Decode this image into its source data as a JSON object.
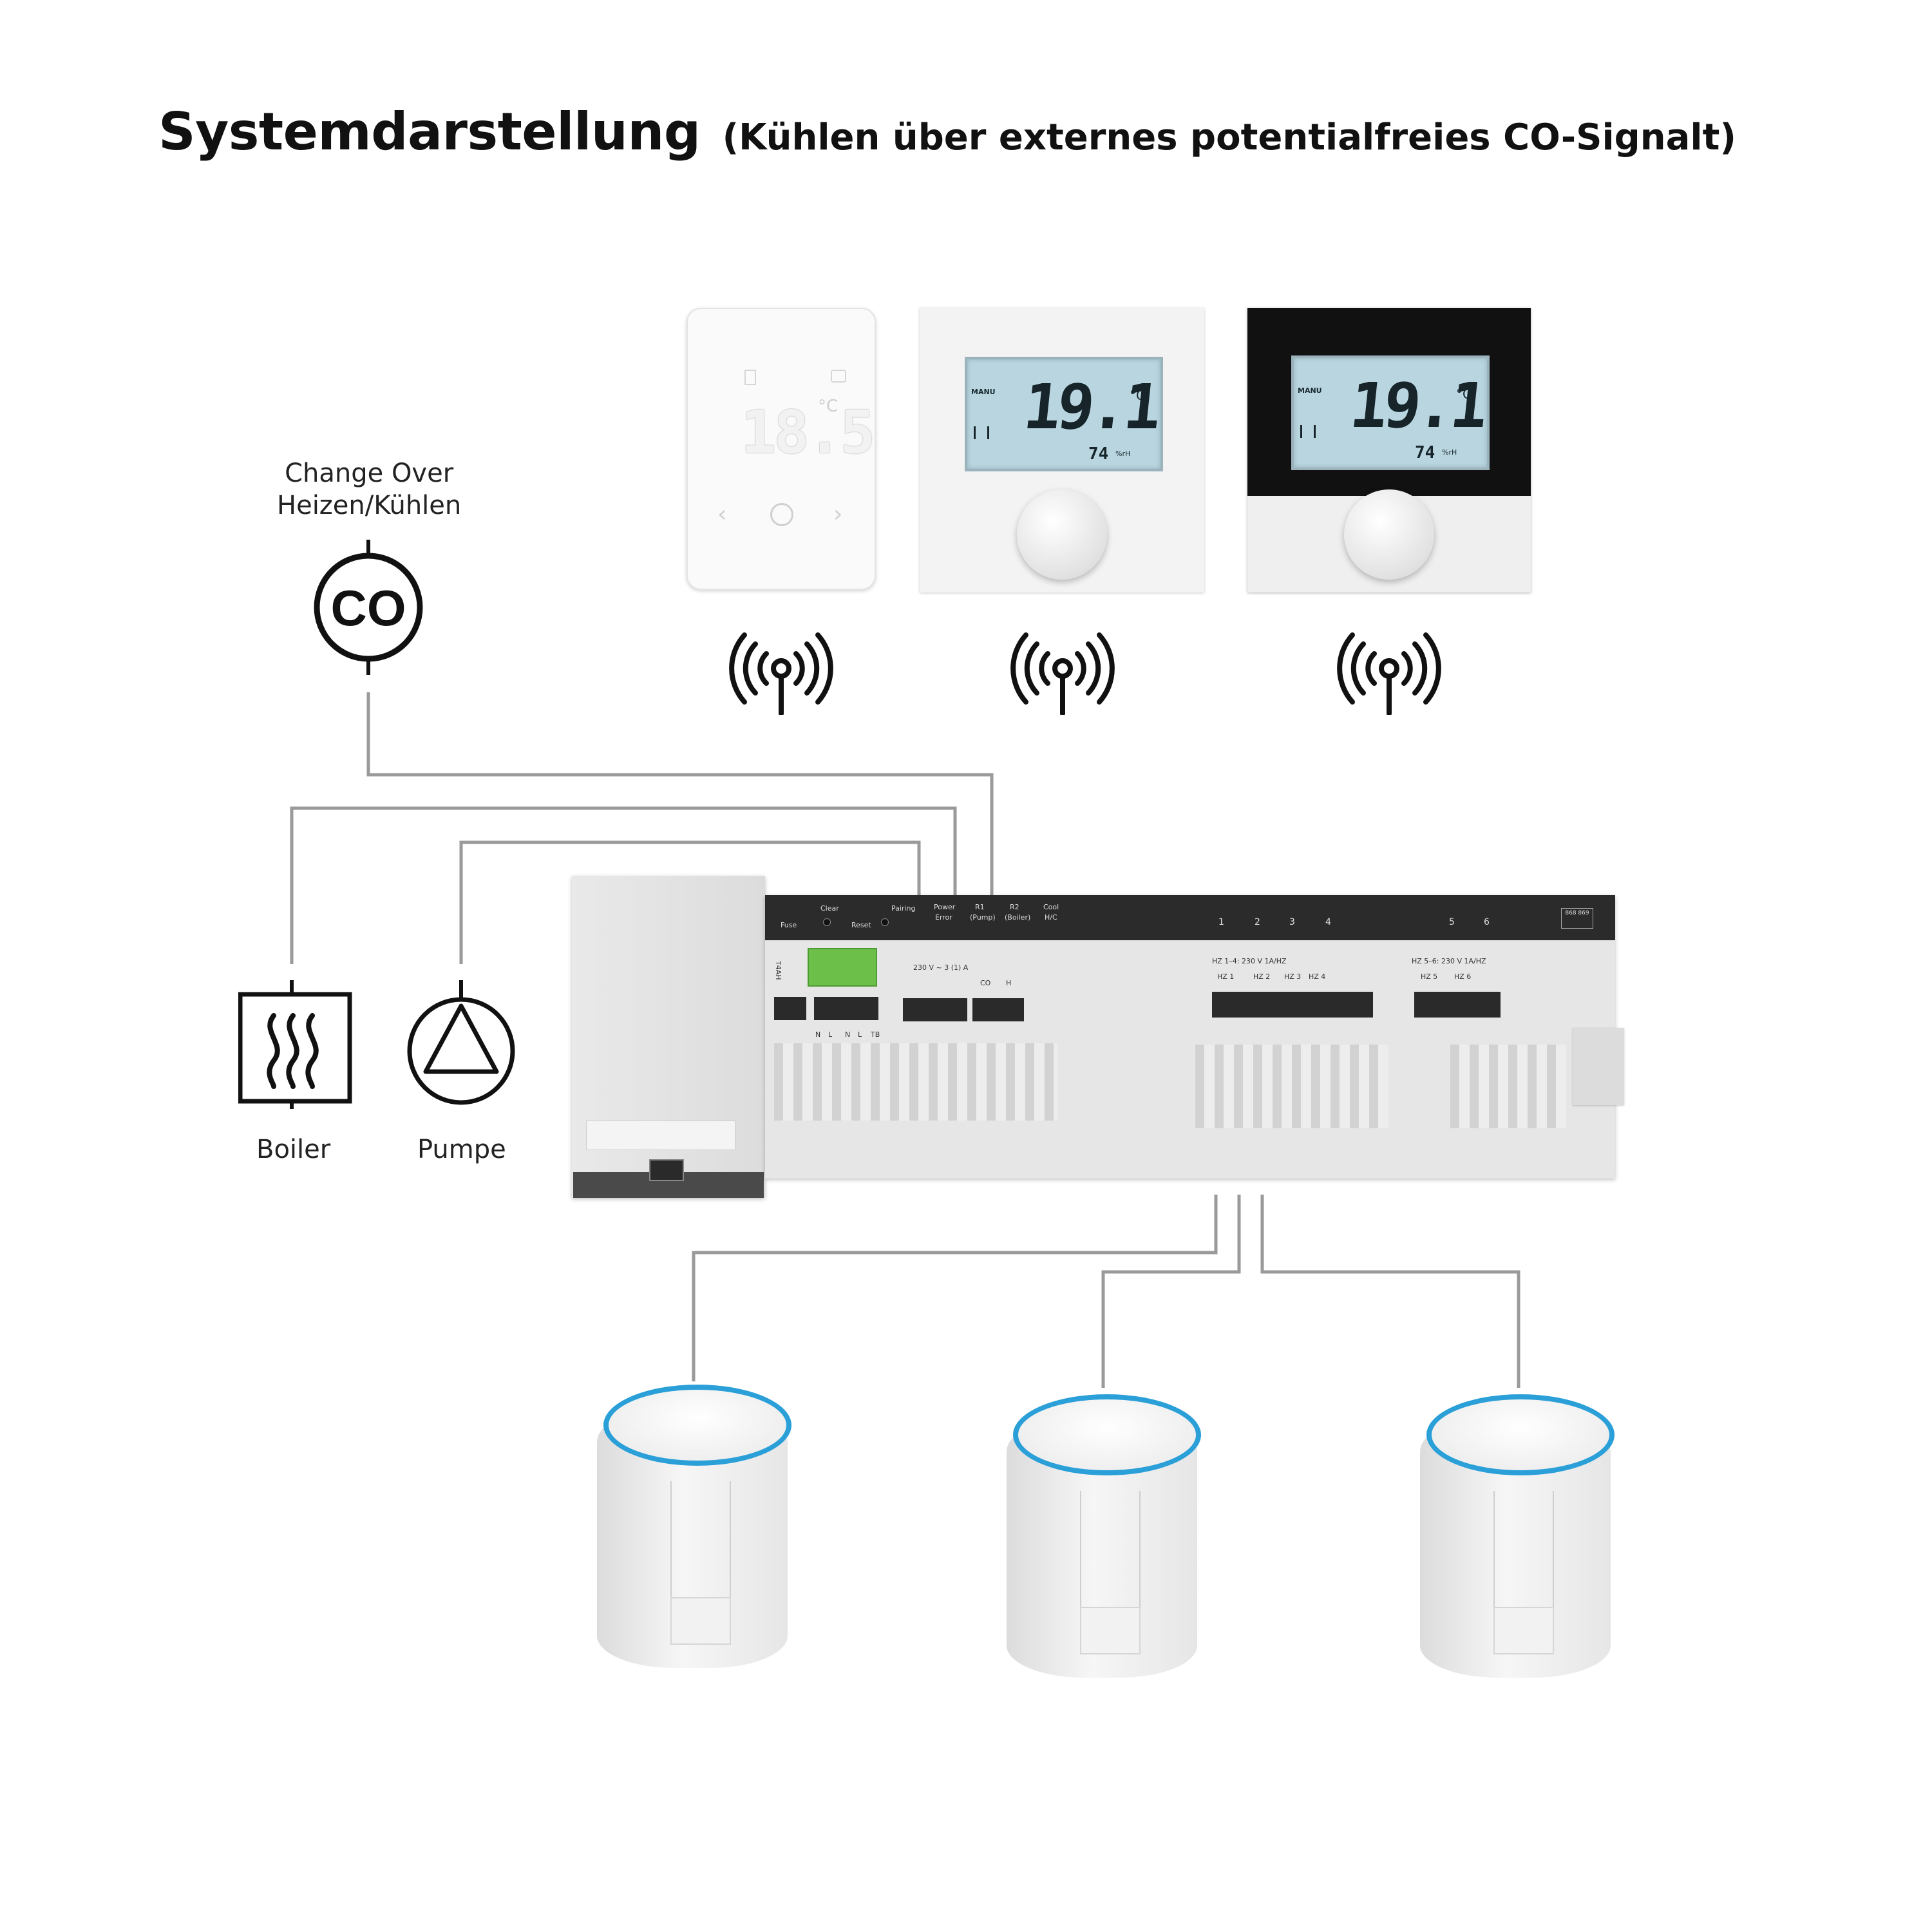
{
  "title": "Systemdarstellung",
  "subtitle": "(Kühlen über externes potentialfreies CO-Signalt)",
  "change_over": {
    "line1": "Change Over",
    "line2": "Heizen/Kühlen",
    "symbol_text": "CO"
  },
  "boiler_label": "Boiler",
  "pump_label": "Pumpe",
  "thermostats": [
    {
      "style": "touch-white",
      "temp": "18.5",
      "unit": "°C"
    },
    {
      "style": "lcd-white",
      "temp": "19.1",
      "unit": "°C",
      "mode": "MANU",
      "humidity": "74",
      "humidity_unit": "%rH"
    },
    {
      "style": "lcd-black",
      "temp": "19.1",
      "unit": "°C",
      "mode": "MANU",
      "humidity": "74",
      "humidity_unit": "%rH"
    }
  ],
  "controller": {
    "top_labels": [
      "Fuse",
      "Clear",
      "Reset",
      "Pairing",
      "Power",
      "Error",
      "R1",
      "(Pump)",
      "R2",
      "(Boiler)",
      "Cool",
      "H/C"
    ],
    "zone_numbers": [
      "1",
      "2",
      "3",
      "4",
      "5",
      "6"
    ],
    "block_label_a": "230 V ~ 3 (1) A",
    "block_label_b": "HZ 1–4: 230 V 1A/HZ",
    "block_label_c": "HZ 5–6: 230 V 1A/HZ",
    "zones": [
      "HZ 1",
      "HZ 2",
      "HZ 3",
      "HZ 4",
      "HZ 5",
      "HZ 6"
    ],
    "terminals_left": [
      "N",
      "L",
      "N",
      "L",
      "TB"
    ],
    "small_labels": [
      "CO",
      "H"
    ],
    "fuse_label": "T4AH",
    "radio_badge": "868 869"
  },
  "colors": {
    "line": "#9a9a9a",
    "controller_bar": "#2b2b2b",
    "terminal_green": "#6cc04a",
    "actuator_ring": "#2a9fd8",
    "lcd": "#b9d6e0"
  }
}
